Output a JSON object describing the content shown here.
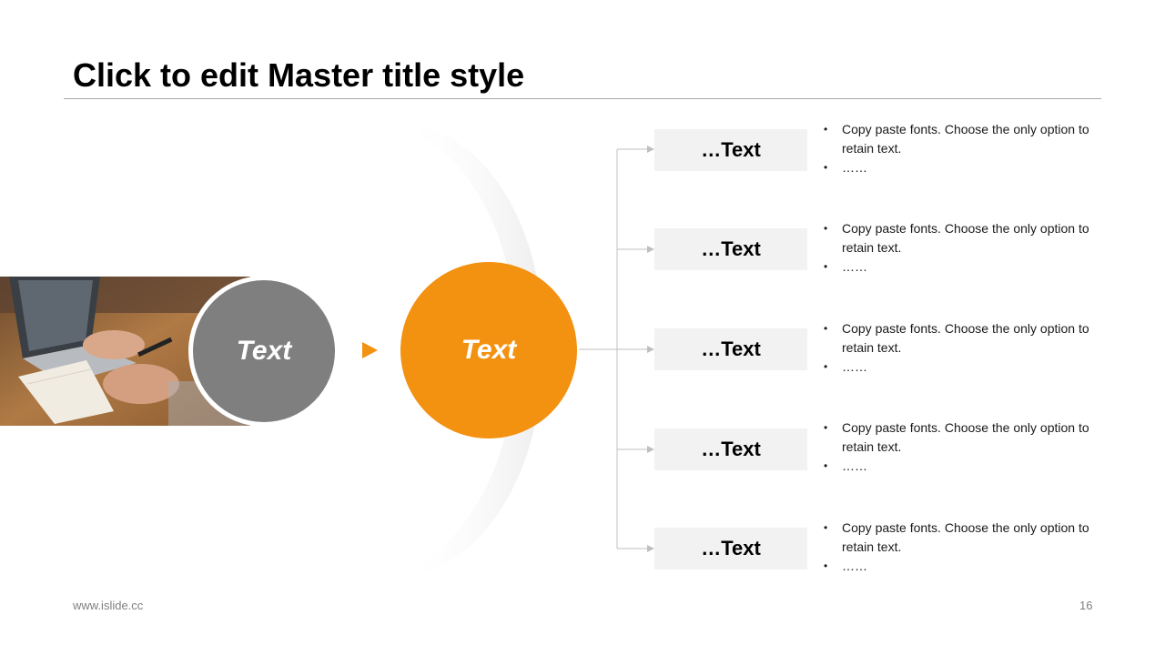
{
  "title": "Click to edit Master title style",
  "center": {
    "gray_label": "Text",
    "orange_label": "Text"
  },
  "colors": {
    "accent": "#f39110",
    "gray": "#7f7f7f",
    "box_bg": "#f2f2f2"
  },
  "items": [
    {
      "label": "…Text",
      "bullet1": "Copy paste fonts. Choose the only option to retain text.",
      "bullet2": "……"
    },
    {
      "label": "…Text",
      "bullet1": "Copy paste fonts. Choose the only option to retain text.",
      "bullet2": "……"
    },
    {
      "label": "…Text",
      "bullet1": "Copy paste fonts. Choose the only option to retain text.",
      "bullet2": "……"
    },
    {
      "label": "…Text",
      "bullet1": "Copy paste fonts. Choose the only option to retain text.",
      "bullet2": "……"
    },
    {
      "label": "…Text",
      "bullet1": "Copy paste fonts. Choose the only option to retain text.",
      "bullet2": "……"
    }
  ],
  "footer": {
    "website": "www.islide.cc",
    "page_number": "16"
  }
}
